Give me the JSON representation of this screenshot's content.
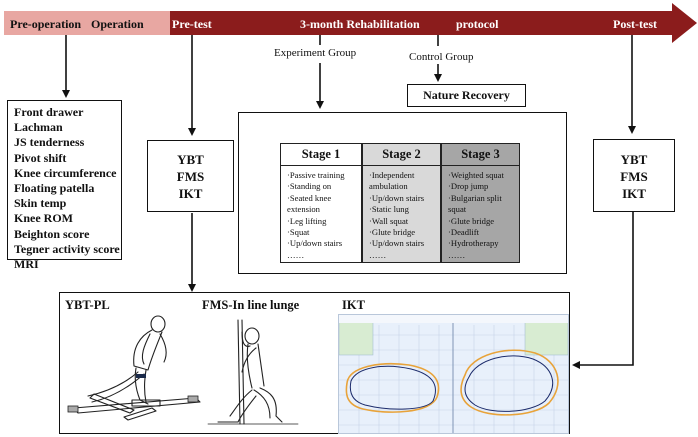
{
  "timeline": {
    "phases": [
      "Pre-operation",
      "Operation",
      "Pre-test",
      "3-month Rehabilitation",
      "protocol",
      "Post-test"
    ]
  },
  "pre_operation_list": [
    "Front drawer",
    "Lachman",
    "JS tenderness",
    "Pivot shift",
    "Knee circumference",
    "Floating patella",
    "Skin temp",
    "Knee ROM",
    "Beighton score",
    "Tegner activity score",
    "MRI"
  ],
  "pre_test": [
    "YBT",
    "FMS",
    "IKT"
  ],
  "post_test": [
    "YBT",
    "FMS",
    "IKT"
  ],
  "groups": {
    "experiment": "Experiment Group",
    "control": "Control Group",
    "control_box": "Nature Recovery"
  },
  "stages": [
    {
      "title": "Stage 1",
      "items": [
        "·Passive training",
        "·Standing on",
        "·Seated knee extension",
        "·Leg lifting",
        "·Squat",
        "·Up/down stairs",
        "  ……"
      ]
    },
    {
      "title": "Stage 2",
      "items": [
        "·Independent ambulation",
        "·Up/down stairs",
        "·Static lung",
        "·Wall squat",
        "·Glute bridge",
        "·Up/down stairs",
        "  ……"
      ]
    },
    {
      "title": "Stage 3",
      "items": [
        "·Weighted squat",
        "·Drop jump",
        "·Bulgarian split squat",
        "·Glute bridge",
        "·Deadlift",
        "·Hydrotherapy",
        "  ……"
      ]
    }
  ],
  "bottom": {
    "ybt": "YBT-PL",
    "fms": "FMS-In line lunge",
    "ikt": "IKT"
  },
  "colors": {
    "timeline_bar": "#8b1c1c",
    "timeline_pre": "#e8a7a2",
    "stage1": "#ffffff",
    "stage2": "#d9d9d9",
    "stage3": "#a6a6a6",
    "ikt_bg": "#e8f0fb"
  }
}
